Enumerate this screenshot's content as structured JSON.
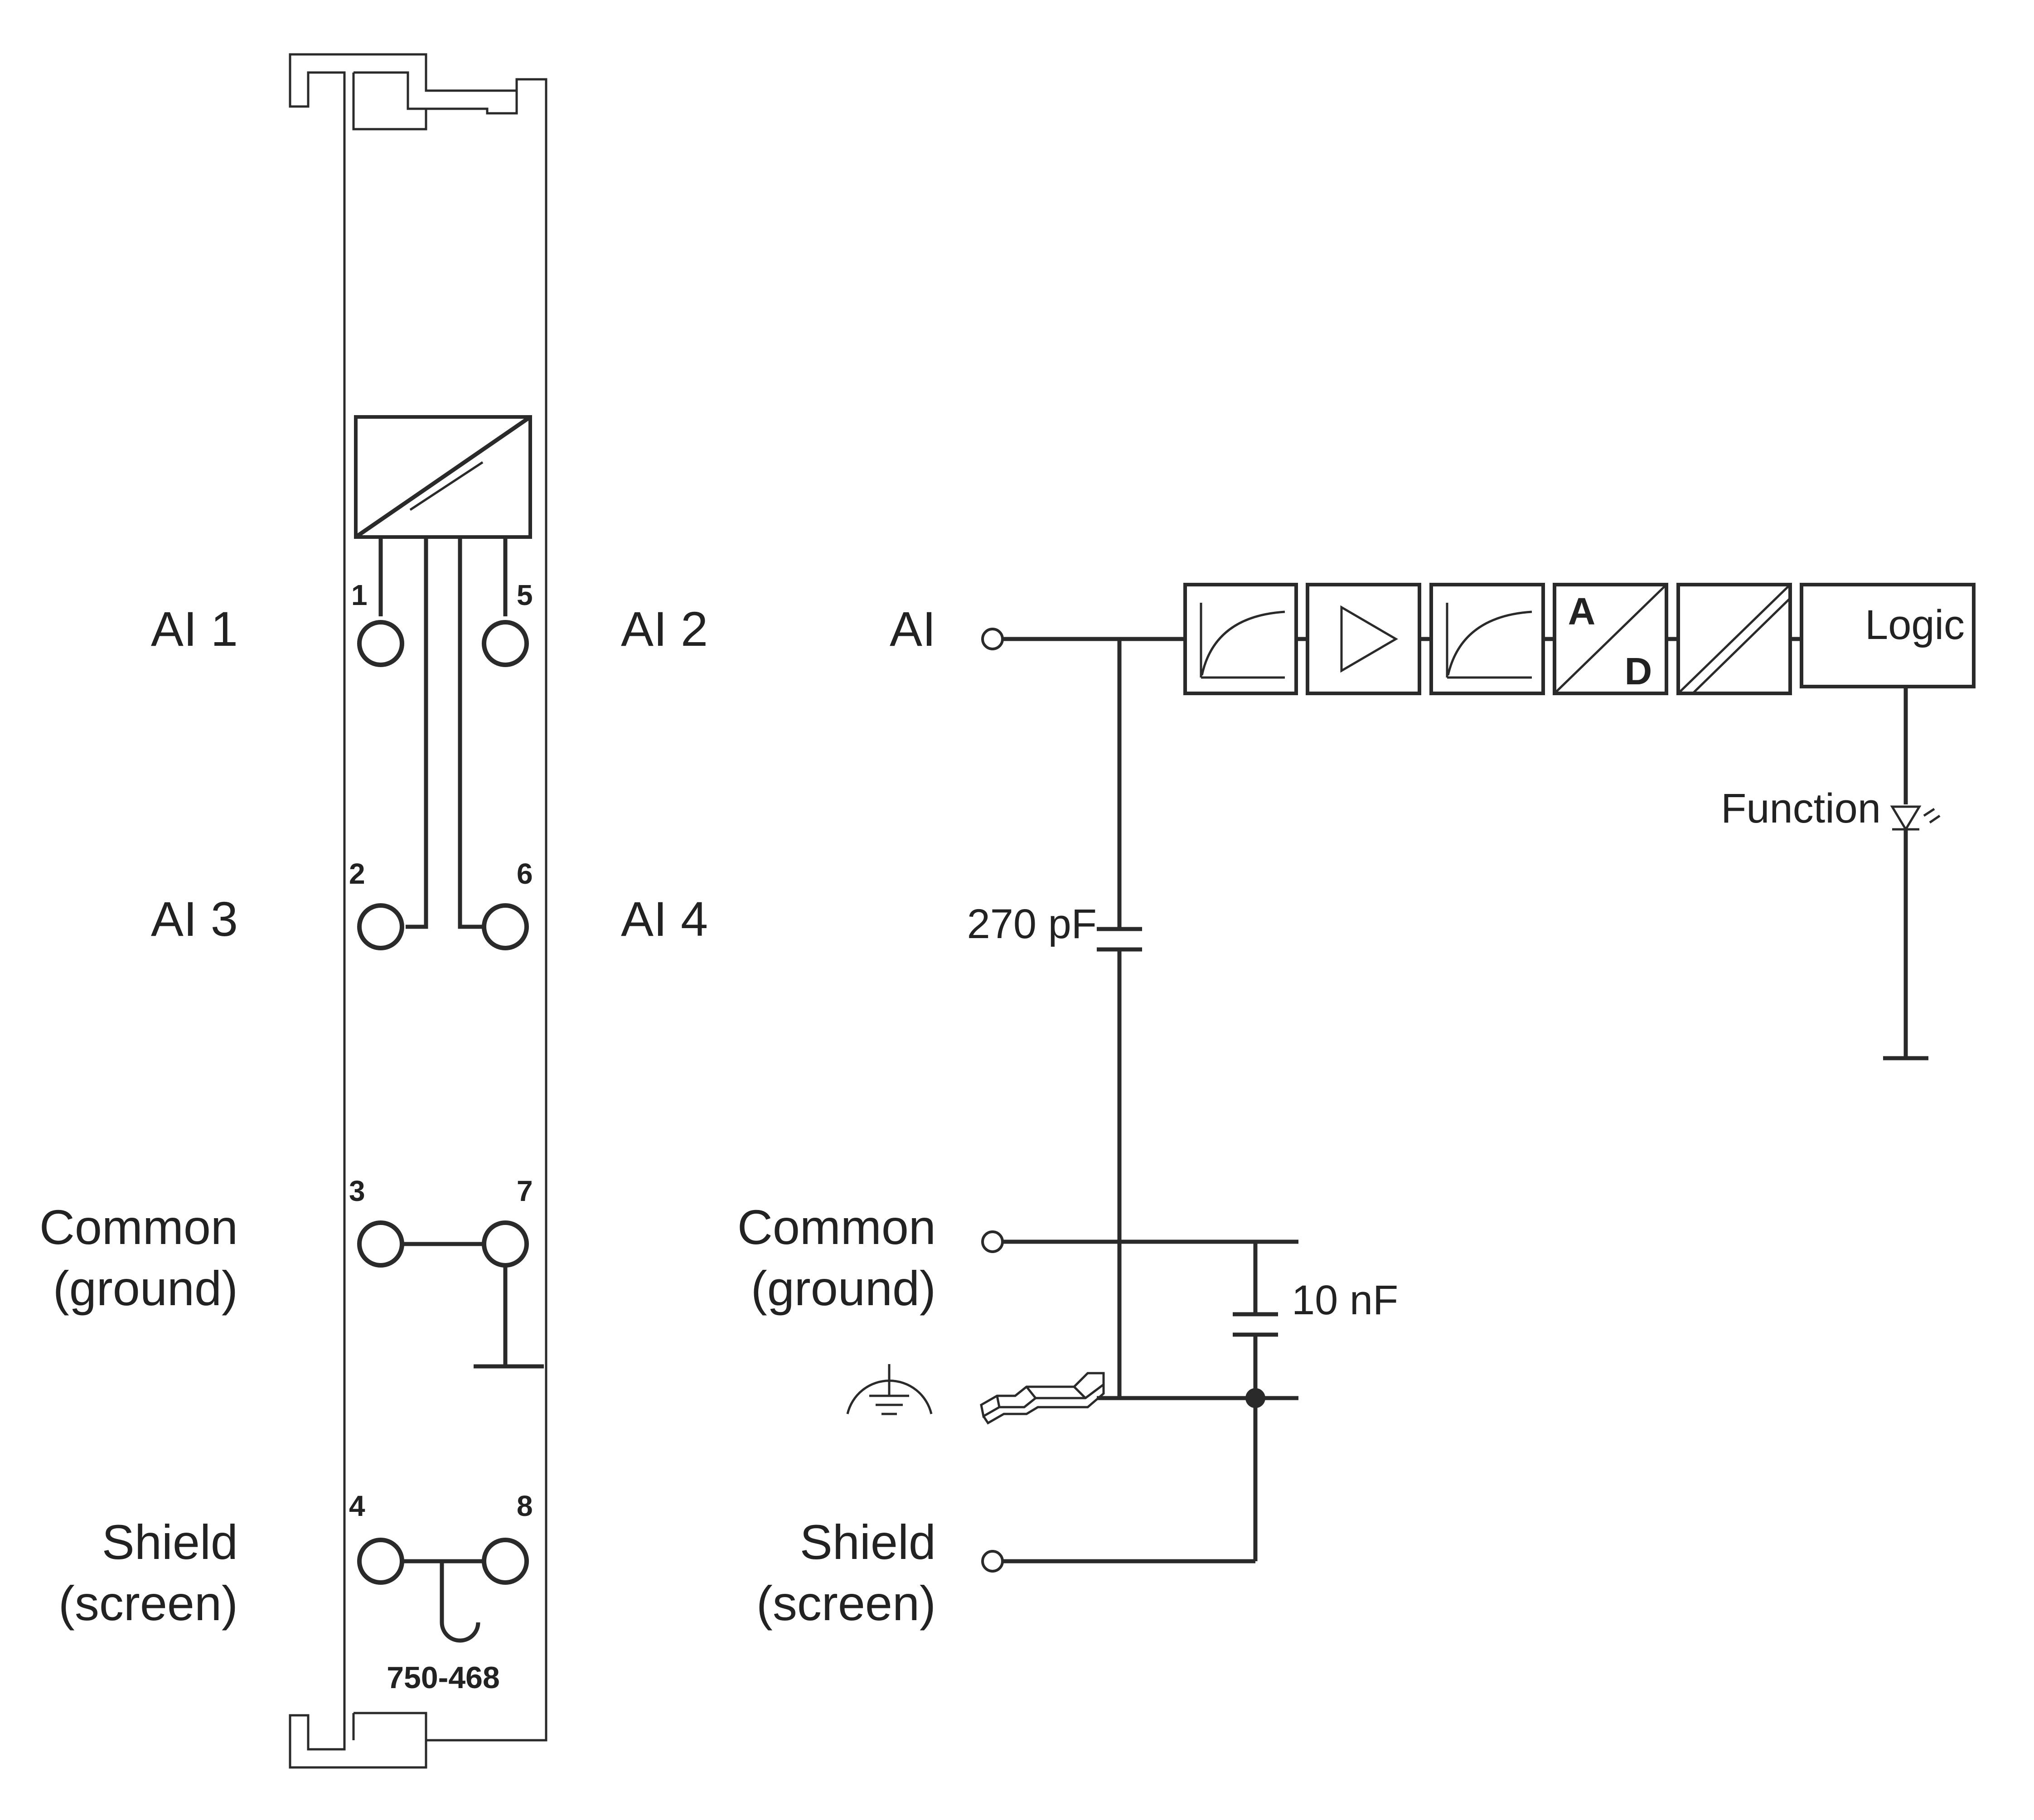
{
  "module": {
    "part_number": "750-468",
    "left_labels": {
      "ai1": "AI 1",
      "ai3": "AI 3",
      "common_line1": "Common",
      "common_line2": "(ground)",
      "shield_line1": "Shield",
      "shield_line2": "(screen)"
    },
    "right_labels": {
      "ai2": "AI 2",
      "ai4": "AI 4"
    },
    "terminal_numbers": [
      "1",
      "2",
      "3",
      "4",
      "5",
      "6",
      "7",
      "8"
    ]
  },
  "circuit": {
    "ai_label": "AI",
    "common_line1": "Common",
    "common_line2": "(ground)",
    "shield_line1": "Shield",
    "shield_line2": "(screen)",
    "capacitor_input": "270 pF",
    "capacitor_shield": "10 nF",
    "ad_converter": {
      "a": "A",
      "d": "D"
    },
    "logic_label": "Logic",
    "function_label": "Function"
  }
}
